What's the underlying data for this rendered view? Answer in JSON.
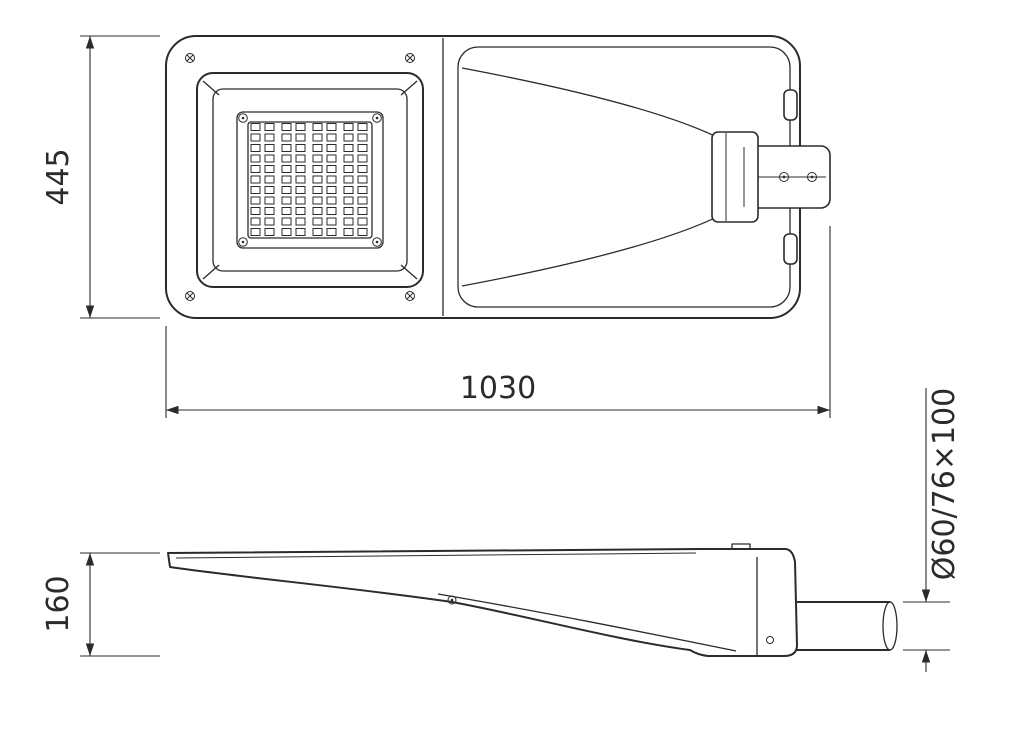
{
  "drawing": {
    "labels": {
      "body_height": "445",
      "overall_length": "1030",
      "profile_height": "160",
      "spigot_size": "Ø60/76×100"
    },
    "colors": {
      "ink": "#2b2b2b",
      "background": "#ffffff"
    }
  }
}
